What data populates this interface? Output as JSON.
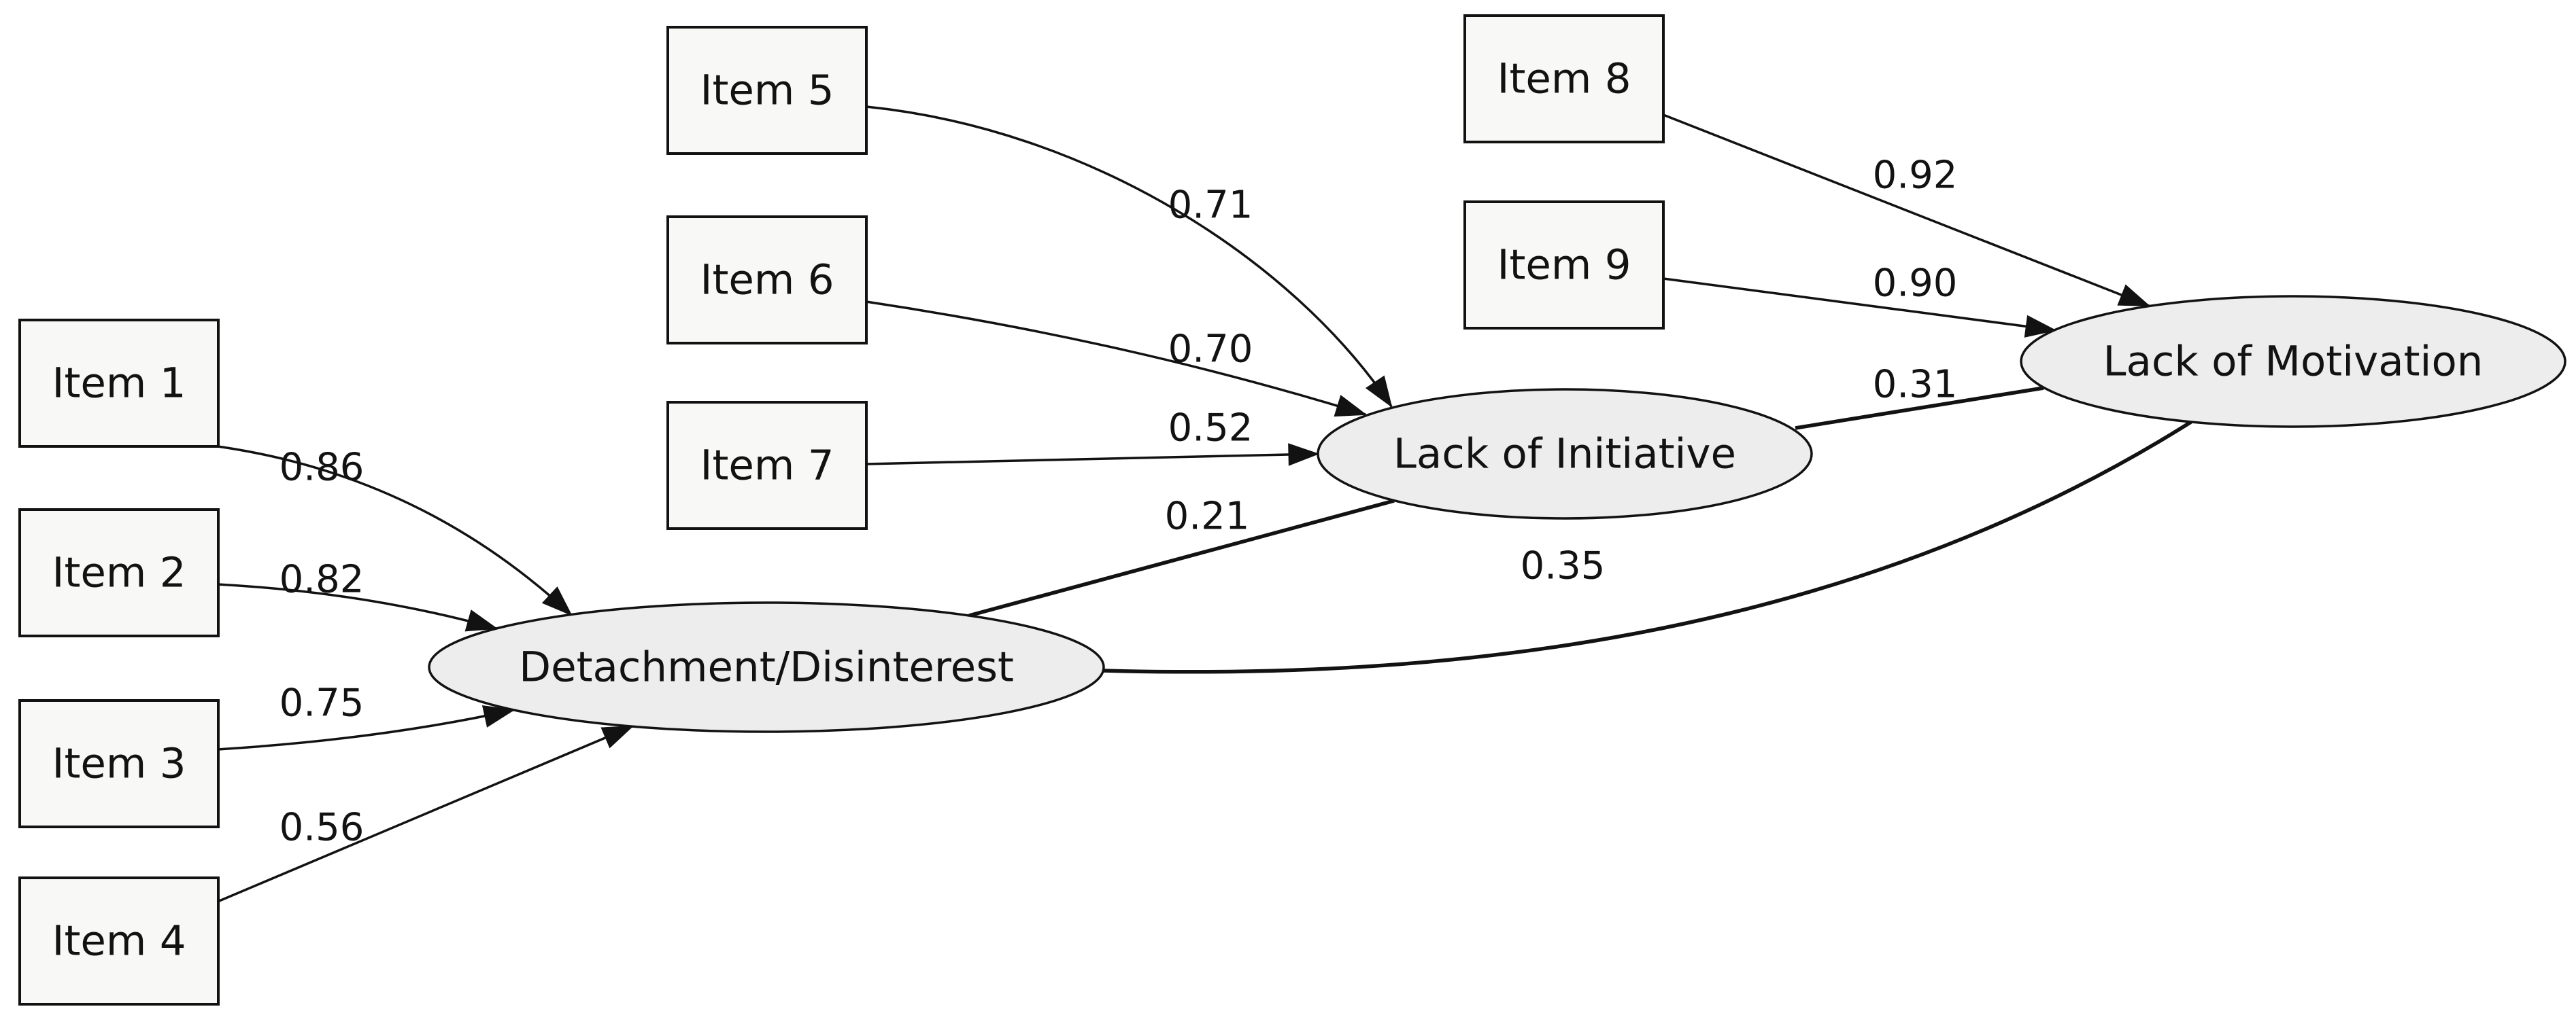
{
  "diagram": {
    "kind": "sem-path-diagram",
    "background": "#ffffff",
    "colors": {
      "box_fill": "#f8f8f6",
      "ellipse_fill": "#ededed",
      "stroke": "#121212",
      "text": "#121212"
    },
    "observed": [
      {
        "id": "item1",
        "label": "Item 1"
      },
      {
        "id": "item2",
        "label": "Item 2"
      },
      {
        "id": "item3",
        "label": "Item 3"
      },
      {
        "id": "item4",
        "label": "Item 4"
      },
      {
        "id": "item5",
        "label": "Item 5"
      },
      {
        "id": "item6",
        "label": "Item 6"
      },
      {
        "id": "item7",
        "label": "Item 7"
      },
      {
        "id": "item8",
        "label": "Item 8"
      },
      {
        "id": "item9",
        "label": "Item 9"
      }
    ],
    "latent": [
      {
        "id": "detachment",
        "label": "Detachment/Disinterest"
      },
      {
        "id": "initiative",
        "label": "Lack of Initiative"
      },
      {
        "id": "motivation",
        "label": "Lack of Motivation"
      }
    ],
    "paths": [
      {
        "from": "item1",
        "to": "detachment",
        "value": "0.86",
        "kind": "loading"
      },
      {
        "from": "item2",
        "to": "detachment",
        "value": "0.82",
        "kind": "loading"
      },
      {
        "from": "item3",
        "to": "detachment",
        "value": "0.75",
        "kind": "loading"
      },
      {
        "from": "item4",
        "to": "detachment",
        "value": "0.56",
        "kind": "loading"
      },
      {
        "from": "item5",
        "to": "initiative",
        "value": "0.71",
        "kind": "loading"
      },
      {
        "from": "item6",
        "to": "initiative",
        "value": "0.70",
        "kind": "loading"
      },
      {
        "from": "item7",
        "to": "initiative",
        "value": "0.52",
        "kind": "loading"
      },
      {
        "from": "item8",
        "to": "motivation",
        "value": "0.92",
        "kind": "loading"
      },
      {
        "from": "item9",
        "to": "motivation",
        "value": "0.90",
        "kind": "loading"
      },
      {
        "from": "detachment",
        "to": "initiative",
        "value": "0.21",
        "kind": "structural"
      },
      {
        "from": "initiative",
        "to": "motivation",
        "value": "0.31",
        "kind": "structural"
      },
      {
        "from": "detachment",
        "to": "motivation",
        "value": "0.35",
        "kind": "structural"
      }
    ]
  }
}
